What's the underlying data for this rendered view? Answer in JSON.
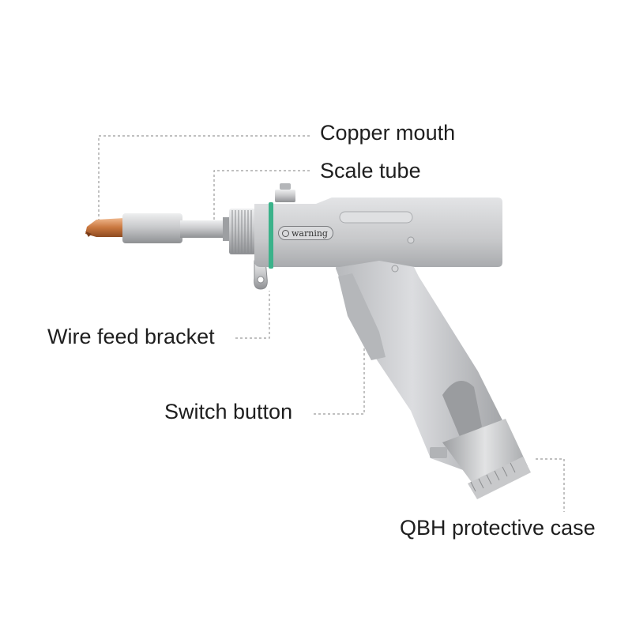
{
  "callouts": {
    "copper_mouth": "Copper mouth",
    "scale_tube": "Scale tube",
    "wire_feed_bracket": "Wire feed bracket",
    "switch_button": "Switch button",
    "qbh_protective_case": "QBH protective case"
  },
  "device": {
    "warning_label": "warning",
    "colors": {
      "body": "#c8c9cb",
      "body_shade": "#a9abae",
      "copper": "#c9773f",
      "accent_ring": "#3bb28a",
      "leader_line": "#9a9a9a",
      "text": "#1e1e1e"
    }
  }
}
